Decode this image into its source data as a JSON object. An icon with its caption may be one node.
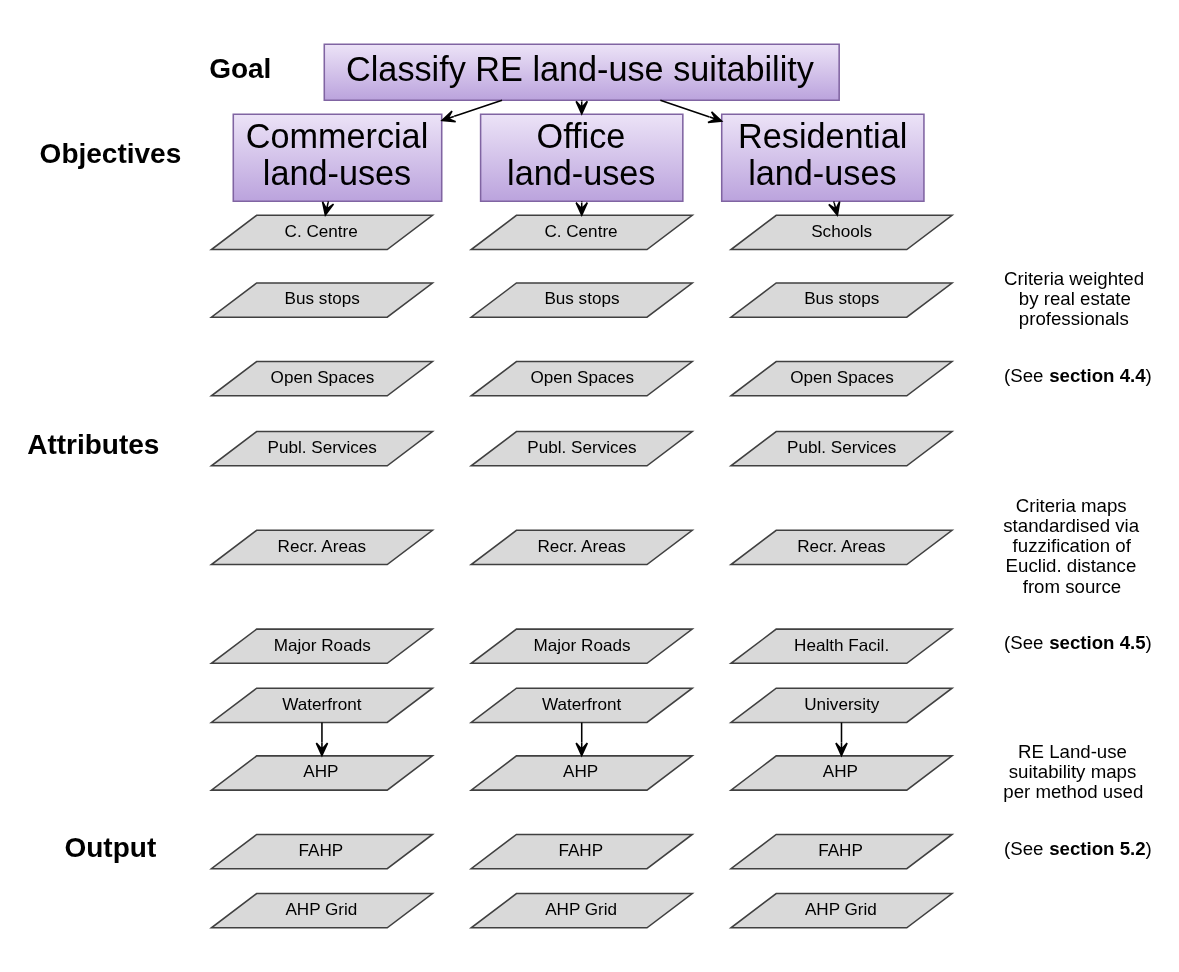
{
  "diagram": {
    "nodes": [
      {
        "text": [
          "Classify RE land-use suitability"
        ]
      },
      {
        "text": [
          "Commercial land-uses"
        ]
      },
      {
        "text": [
          "Office land-uses"
        ]
      },
      {
        "text": [
          "Residential land-uses"
        ]
      },
      {
        "text": [
          "C. Centre"
        ]
      },
      {
        "text": [
          "Bus stops"
        ]
      },
      {
        "text": [
          "Open Spaces"
        ]
      },
      {
        "text": [
          "Publ. Services"
        ]
      },
      {
        "text": [
          "Recr. Areas"
        ]
      },
      {
        "text": [
          "Major Roads"
        ]
      },
      {
        "text": [
          "Waterfront"
        ]
      },
      {
        "text": [
          "C. Centre"
        ]
      },
      {
        "text": [
          "Bus stops"
        ]
      },
      {
        "text": [
          "Open Spaces"
        ]
      },
      {
        "text": [
          "Publ. Services"
        ]
      },
      {
        "text": [
          "Recr. Areas"
        ]
      },
      {
        "text": [
          "Major Roads"
        ]
      },
      {
        "text": [
          "Waterfront"
        ]
      },
      {
        "text": [
          "Schools"
        ]
      },
      {
        "text": [
          "Bus stops"
        ]
      },
      {
        "text": [
          "Open Spaces"
        ]
      },
      {
        "text": [
          "Publ. Services"
        ]
      },
      {
        "text": [
          "Recr. Areas"
        ]
      },
      {
        "text": [
          "Health Facil."
        ]
      },
      {
        "text": [
          "University"
        ]
      },
      {
        "text": [
          "AHP"
        ]
      },
      {
        "text": [
          "FAHP"
        ]
      },
      {
        "text": [
          "AHP Grid"
        ]
      },
      {
        "text": [
          "AHP"
        ]
      },
      {
        "text": [
          "FAHP"
        ]
      },
      {
        "text": [
          "AHP Grid"
        ]
      },
      {
        "text": [
          "AHP"
        ]
      },
      {
        "text": [
          "FAHP"
        ]
      },
      {
        "text": [
          "AHP Grid"
        ]
      }
    ],
    "edges": [
      {
        "from": 0,
        "to": 1,
        "arrow": "to"
      },
      {
        "from": 0,
        "to": 2,
        "arrow": "to"
      },
      {
        "from": 0,
        "to": 3,
        "arrow": "to"
      },
      {
        "from": 1,
        "to": 4,
        "arrow": "to"
      },
      {
        "from": 2,
        "to": 11,
        "arrow": "to"
      },
      {
        "from": 3,
        "to": 18,
        "arrow": "to"
      },
      {
        "from": 10,
        "to": 25,
        "arrow": "to"
      },
      {
        "from": 17,
        "to": 28,
        "arrow": "to"
      },
      {
        "from": 24,
        "to": 31,
        "arrow": "to"
      }
    ],
    "labels": [
      "Goal",
      "Objectives",
      "Attributes",
      "Output",
      "Criteria weighted by real estate professionals",
      "(See **section 4.4**)",
      "Criteria maps standardised via fuzzification of Euclid. distance from source",
      "(See **section 4.5**)",
      "RE Land-use suitability maps per method used",
      "(See **section 5.2**)"
    ]
  }
}
